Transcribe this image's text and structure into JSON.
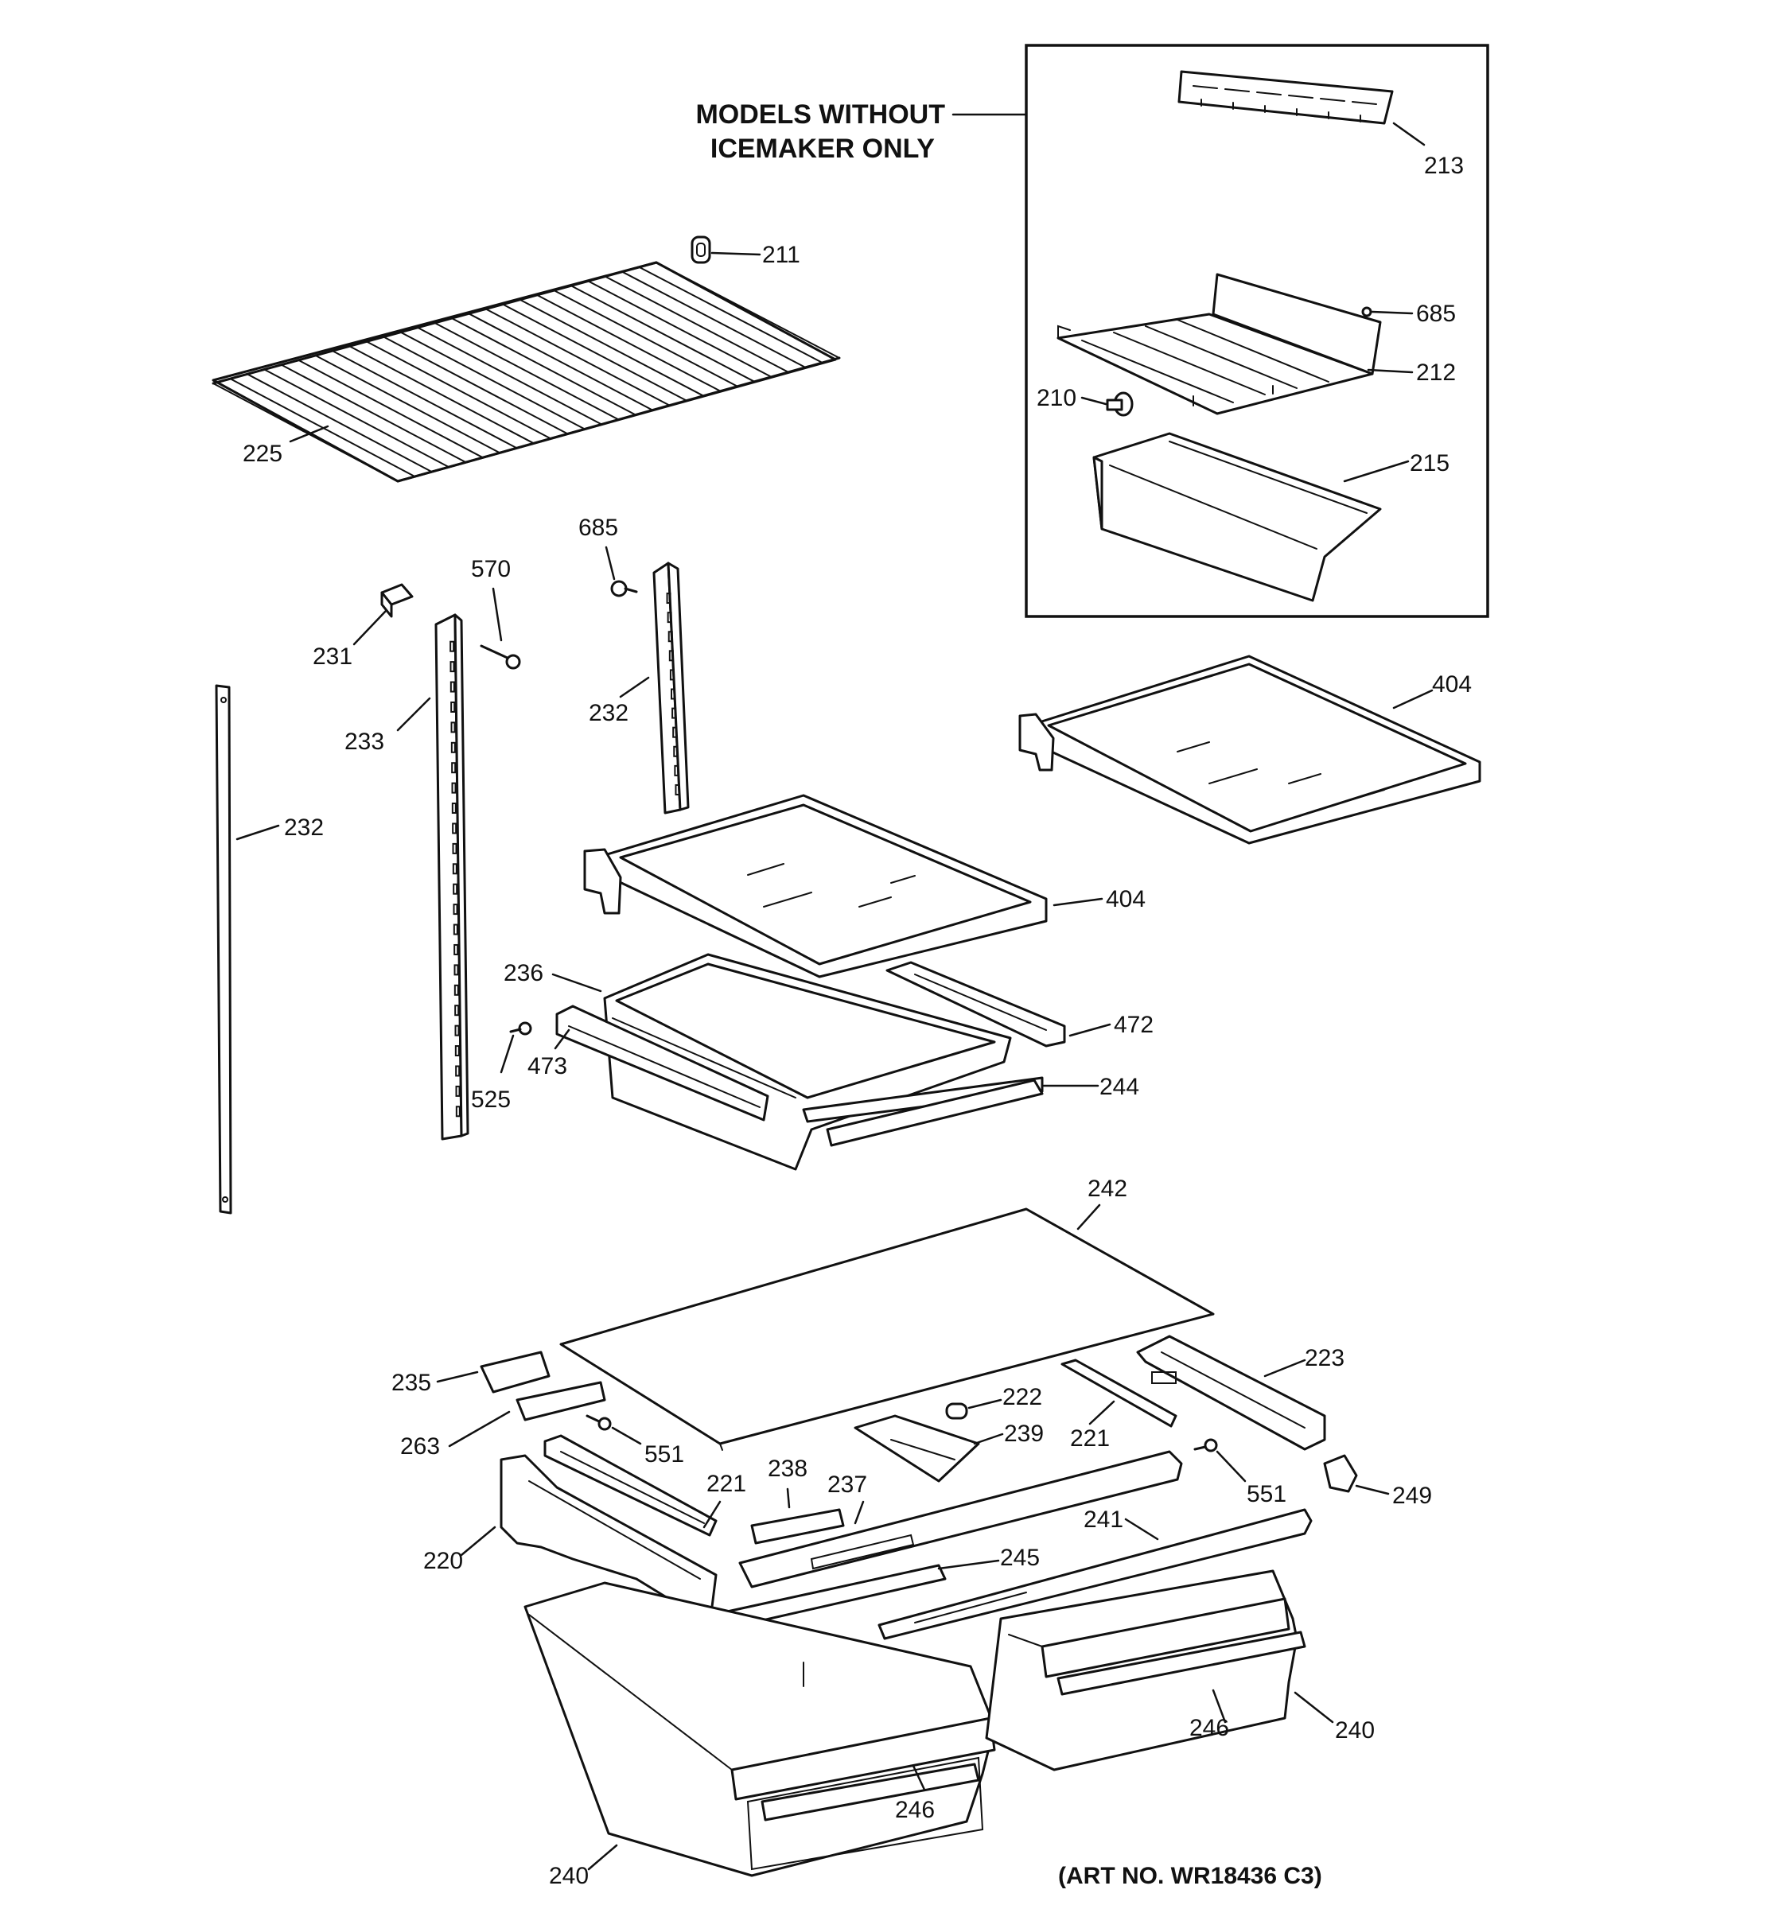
{
  "box_heading": [
    "MODELS WITHOUT",
    "ICEMAKER ONLY"
  ],
  "art_number": "(ART NO. WR18436 C3)",
  "callouts": {
    "c213": "213",
    "c211": "211",
    "c685_top": "685",
    "c212": "212",
    "c210": "210",
    "c215": "215",
    "c225": "225",
    "c685": "685",
    "c570": "570",
    "c231": "231",
    "c233": "233",
    "c232_mid": "232",
    "c232_left": "232",
    "c404_right": "404",
    "c404_mid": "404",
    "c236": "236",
    "c472": "472",
    "c473": "473",
    "c525": "525",
    "c244": "244",
    "c242": "242",
    "c223": "223",
    "c235": "235",
    "c222": "222",
    "c239": "239",
    "c221_right": "221",
    "c263": "263",
    "c551_left": "551",
    "c238": "238",
    "c237": "237",
    "c221_left": "221",
    "c551_right": "551",
    "c249": "249",
    "c220": "220",
    "c245": "245",
    "c241": "241",
    "c246_right": "246",
    "c240_right": "240",
    "c246_left": "246",
    "c240_left": "240"
  }
}
